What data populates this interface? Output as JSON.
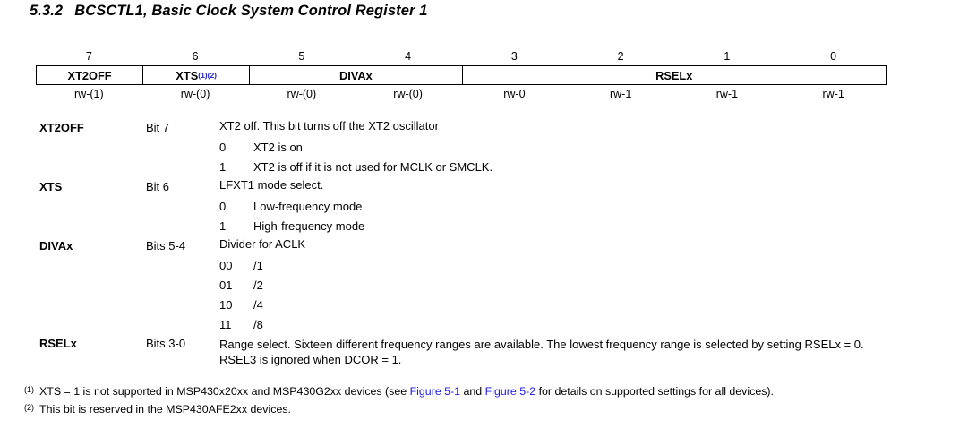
{
  "heading": {
    "number": "5.3.2",
    "title": "BCSCTL1, Basic Clock System Control Register 1"
  },
  "register_table": {
    "bit_numbers": [
      "7",
      "6",
      "5",
      "4",
      "3",
      "2",
      "1",
      "0"
    ],
    "fields": [
      {
        "label": "XT2OFF",
        "span": 1,
        "footnotes": ""
      },
      {
        "label": "XTS",
        "span": 1,
        "footnotes": "(1)(2)"
      },
      {
        "label": "DIVAx",
        "span": 2,
        "footnotes": ""
      },
      {
        "label": "RSELx",
        "span": 4,
        "footnotes": ""
      }
    ],
    "access": [
      "rw-(1)",
      "rw-(0)",
      "rw-(0)",
      "rw-(0)",
      "rw-0",
      "rw-1",
      "rw-1",
      "rw-1"
    ]
  },
  "descriptions": [
    {
      "name": "XT2OFF",
      "bits": "Bit 7",
      "text": "XT2 off. This bit turns off the XT2 oscillator",
      "values": [
        {
          "code": "0",
          "meaning": "XT2 is on"
        },
        {
          "code": "1",
          "meaning": "XT2 is off if it is not used for MCLK or SMCLK."
        }
      ]
    },
    {
      "name": "XTS",
      "bits": "Bit 6",
      "text": "LFXT1 mode select.",
      "values": [
        {
          "code": "0",
          "meaning": "Low-frequency mode"
        },
        {
          "code": "1",
          "meaning": "High-frequency mode"
        }
      ]
    },
    {
      "name": "DIVAx",
      "bits": "Bits 5-4",
      "text": "Divider for ACLK",
      "values": [
        {
          "code": "00",
          "meaning": "/1"
        },
        {
          "code": "01",
          "meaning": "/2"
        },
        {
          "code": "10",
          "meaning": "/4"
        },
        {
          "code": "11",
          "meaning": "/8"
        }
      ]
    },
    {
      "name": "RSELx",
      "bits": "Bits 3-0",
      "text": "Range select. Sixteen different frequency ranges are available. The lowest frequency range is selected by setting RSELx = 0. RSEL3 is ignored when DCOR = 1.",
      "values": []
    }
  ],
  "footnotes": [
    {
      "mark": "(1)",
      "part1": "XTS = 1 is not supported in MSP430x20xx and MSP430G2xx devices (see ",
      "link1": "Figure 5-1",
      "part2": " and ",
      "link2": "Figure 5-2",
      "part3": " for details on supported settings for all devices)."
    },
    {
      "mark": "(2)",
      "part1": "This bit is reserved in the MSP430AFE2xx devices.",
      "link1": "",
      "part2": "",
      "link2": "",
      "part3": ""
    }
  ]
}
